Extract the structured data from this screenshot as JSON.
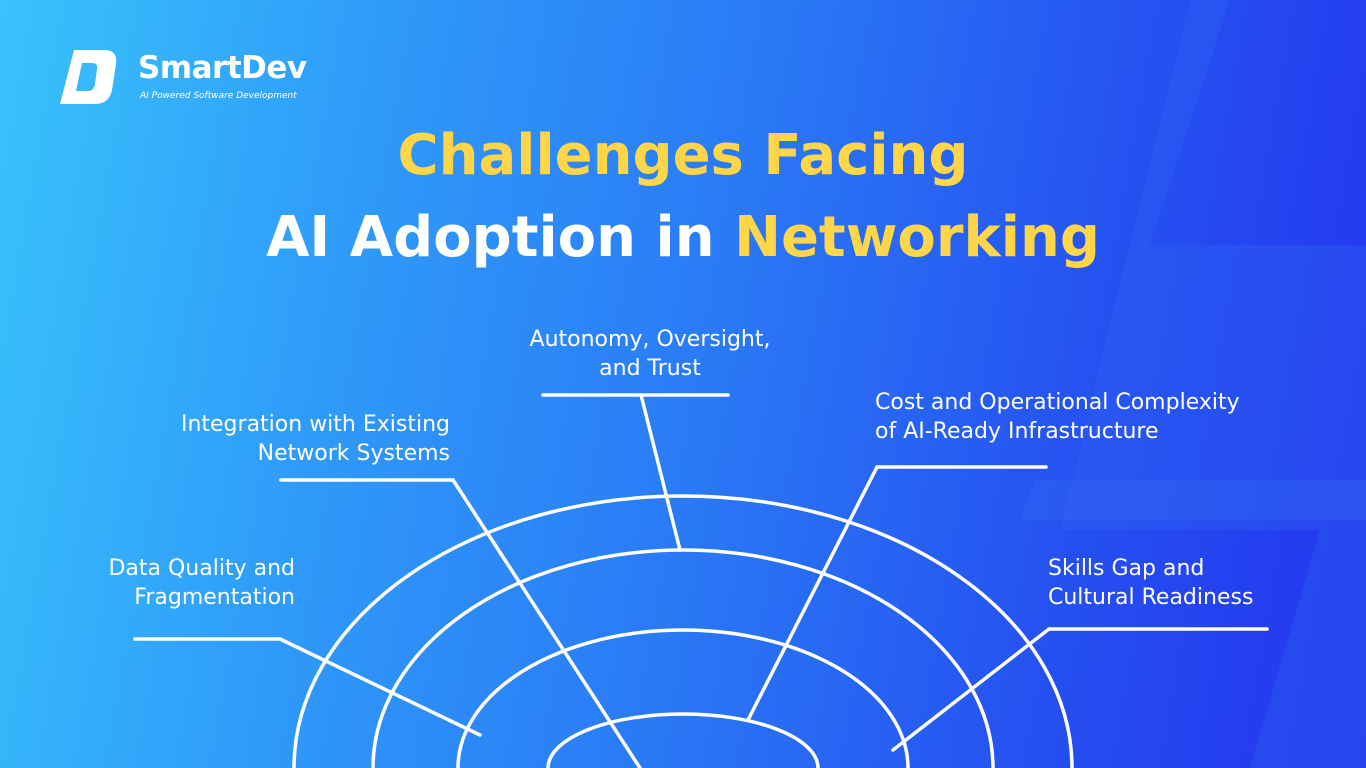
{
  "brand": {
    "name": "SmartDev",
    "tagline": "AI Powered Software Development",
    "logo_icon": "smartdev-d-logo"
  },
  "title": {
    "line1": "Challenges Facing",
    "line2_prefix": "AI Adoption in ",
    "line2_highlight": "Networking"
  },
  "challenges": [
    {
      "line1": "Data Quality and",
      "line2": "Fragmentation"
    },
    {
      "line1": "Integration with Existing",
      "line2": "Network Systems"
    },
    {
      "line1": "Autonomy, Oversight,",
      "line2": "and Trust"
    },
    {
      "line1": "Cost and Operational Complexity",
      "line2": "of AI-Ready Infrastructure"
    },
    {
      "line1": "Skills Gap and",
      "line2": "Cultural Readiness"
    }
  ],
  "colors": {
    "accent": "#ffd54a",
    "text": "#ffffff",
    "gradient_start": "#39c3fb",
    "gradient_end": "#2434ef"
  }
}
